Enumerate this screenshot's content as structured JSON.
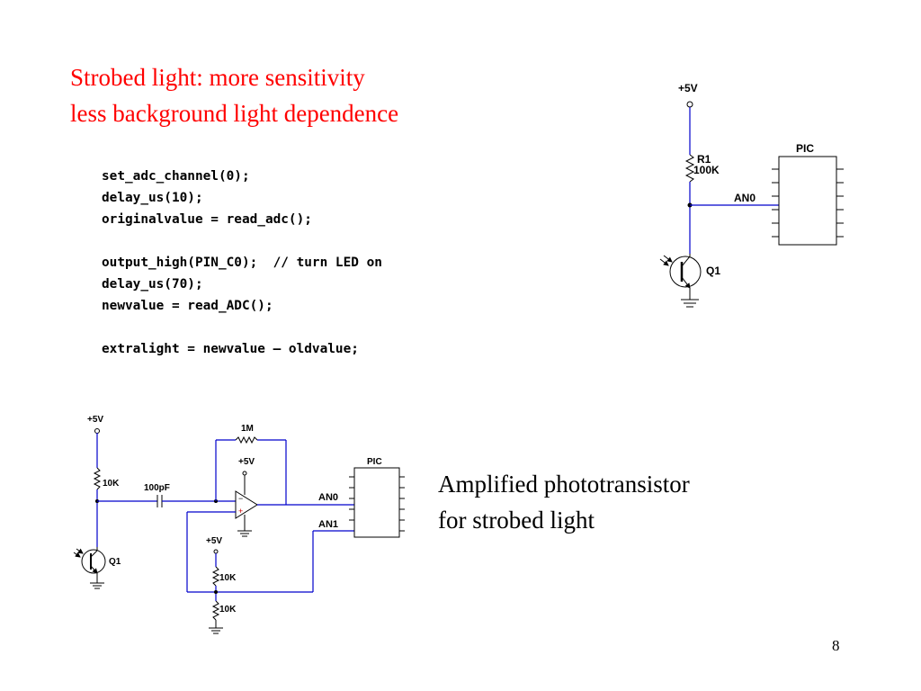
{
  "title": {
    "line1": "Strobed light: more sensitivity",
    "line2": "less background light dependence"
  },
  "code": [
    "set_adc_channel(0);",
    "delay_us(10);",
    "originalvalue = read_adc();",
    "",
    "output_high(PIN_C0);  // turn LED on",
    "delay_us(70);",
    "newvalue = read_ADC();",
    "",
    "extralight = newvalue – oldvalue;"
  ],
  "caption": {
    "line1": "Amplified phototransistor",
    "line2": "for strobed light"
  },
  "page_number": "8",
  "circuit_top": {
    "supply": "+5V",
    "resistor_name": "R1",
    "resistor_value": "100K",
    "net": "AN0",
    "chip": "PIC",
    "transistor": "Q1"
  },
  "circuit_bottom": {
    "supply_left": "+5V",
    "resistor_left": "10K",
    "capacitor": "100pF",
    "feedback_resistor": "1M",
    "opamp_supply": "+5V",
    "net_an0": "AN0",
    "net_an1": "AN1",
    "chip": "PIC",
    "transistor": "Q1",
    "divider_supply": "+5V",
    "divider_r1": "10K",
    "divider_r2": "10K"
  },
  "colors": {
    "title": "#ff0000",
    "wire": "#0000cc",
    "text": "#000000"
  }
}
